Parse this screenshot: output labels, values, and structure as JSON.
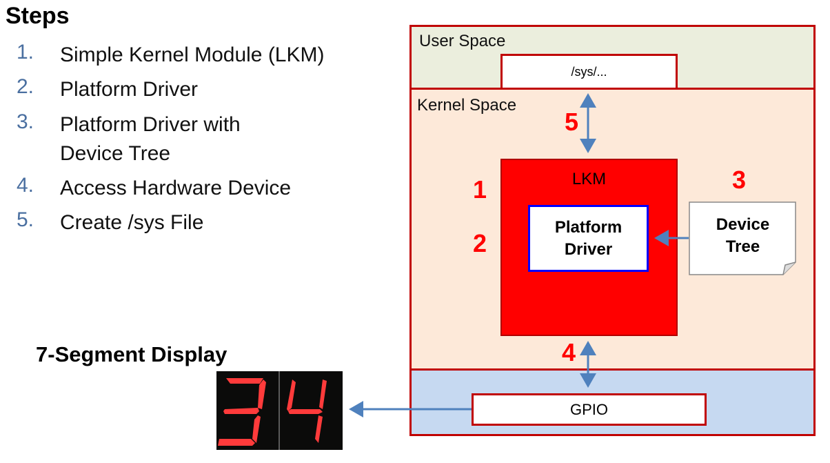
{
  "title": "Steps",
  "steps": [
    {
      "num": "1.",
      "text": "Simple Kernel Module (LKM)"
    },
    {
      "num": "2.",
      "text": "Platform Driver"
    },
    {
      "num": "3.",
      "text": "Platform Driver with",
      "text2": "Device Tree"
    },
    {
      "num": "4.",
      "text": "Access Hardware Device"
    },
    {
      "num": "5.",
      "text": "Create /sys File"
    }
  ],
  "display": {
    "title": "7-Segment Display",
    "digits": "34"
  },
  "diagram": {
    "user_space": "User Space",
    "sys_file": "/sys/...",
    "kernel_space": "Kernel Space",
    "lkm": "LKM",
    "platform_driver": "Platform Driver",
    "device_tree": "Device Tree",
    "gpio": "GPIO",
    "markers": [
      "1",
      "2",
      "3",
      "4",
      "5"
    ]
  },
  "colors": {
    "border": "#c00000",
    "user_space": "#ebeedd",
    "kernel_space": "#fde9d9",
    "hardware": "#c6d9f1",
    "arrow": "#4f81bd",
    "lkm": "#ff0000",
    "platform_border": "#0000ff"
  }
}
